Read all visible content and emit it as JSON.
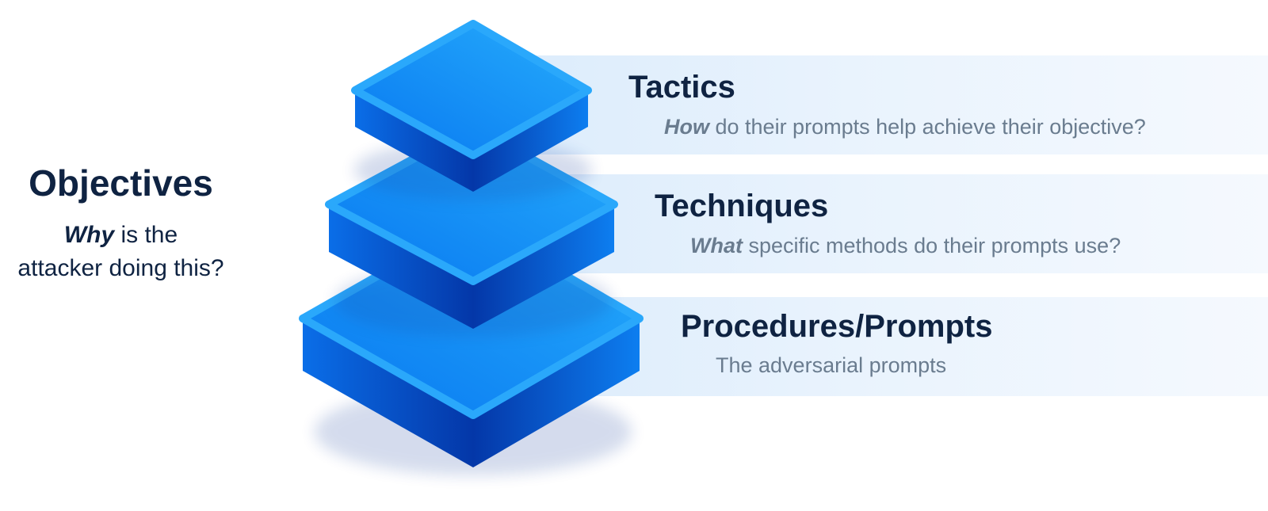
{
  "objectives": {
    "title": "Objectives",
    "desc_em": "Why",
    "desc_line1_rest": " is the",
    "desc_line2": "attacker doing this?"
  },
  "layers": [
    {
      "title": "Tactics",
      "desc_em": "How",
      "desc_rest": " do their prompts help achieve their objective?"
    },
    {
      "title": "Techniques",
      "desc_em": "What",
      "desc_rest": " specific methods do their prompts use?"
    },
    {
      "title": "Procedures/Prompts",
      "desc_em": "",
      "desc_rest": "The adversarial prompts"
    }
  ],
  "colors": {
    "top_light": "#22a6fb",
    "top_mid": "#0b84f5",
    "side_dark": "#0437a8",
    "side_light": "#0a6ee8",
    "title_text": "#0f2342",
    "desc_text": "#6a7c8f",
    "band": "#e6f1fd"
  }
}
